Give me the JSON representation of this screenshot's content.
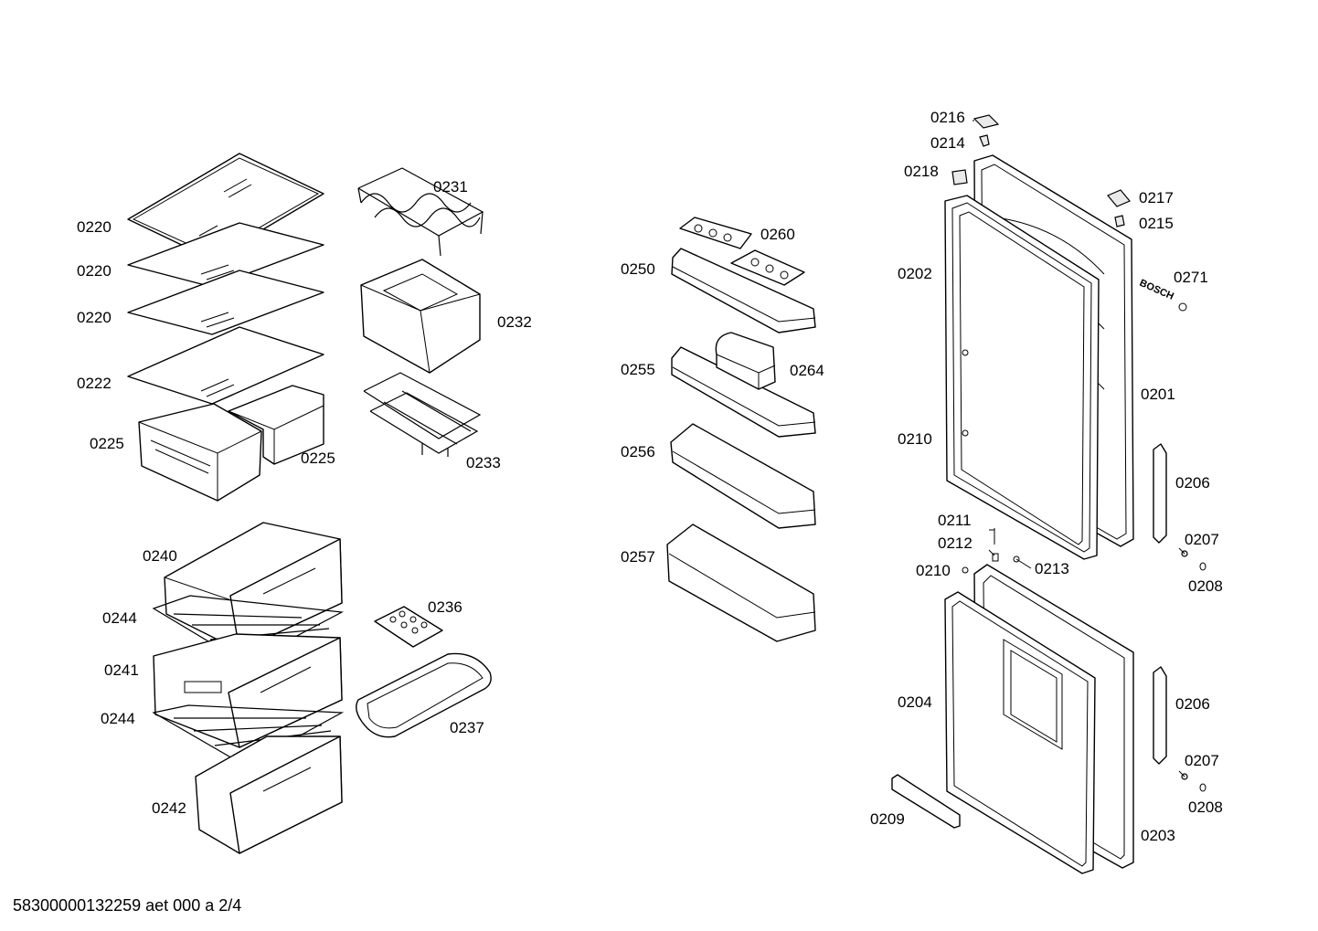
{
  "footer": {
    "text": "58300000132259 aet 000 a 2/4"
  },
  "labels": {
    "l0220a": "0220",
    "l0220b": "0220",
    "l0220c": "0220",
    "l0222": "0222",
    "l0225a": "0225",
    "l0225b": "0225",
    "l0231": "0231",
    "l0232": "0232",
    "l0233": "0233",
    "l0240": "0240",
    "l0244a": "0244",
    "l0241": "0241",
    "l0244b": "0244",
    "l0242": "0242",
    "l0236": "0236",
    "l0237": "0237",
    "l0250": "0250",
    "l0260": "0260",
    "l0255": "0255",
    "l0264": "0264",
    "l0256": "0256",
    "l0257": "0257",
    "l0216": "0216",
    "l0214": "0214",
    "l0218": "0218",
    "l0217": "0217",
    "l0215": "0215",
    "l0202": "0202",
    "l0271": "0271",
    "l0201": "0201",
    "l0210a": "0210",
    "l0206a": "0206",
    "l0211": "0211",
    "l0212": "0212",
    "l0213": "0213",
    "l0210b": "0210",
    "l0207a": "0207",
    "l0208a": "0208",
    "l0204": "0204",
    "l0206b": "0206",
    "l0207b": "0207",
    "l0208b": "0208",
    "l0209": "0209",
    "l0203": "0203"
  },
  "brand": {
    "logo_text": "BOSCH"
  }
}
